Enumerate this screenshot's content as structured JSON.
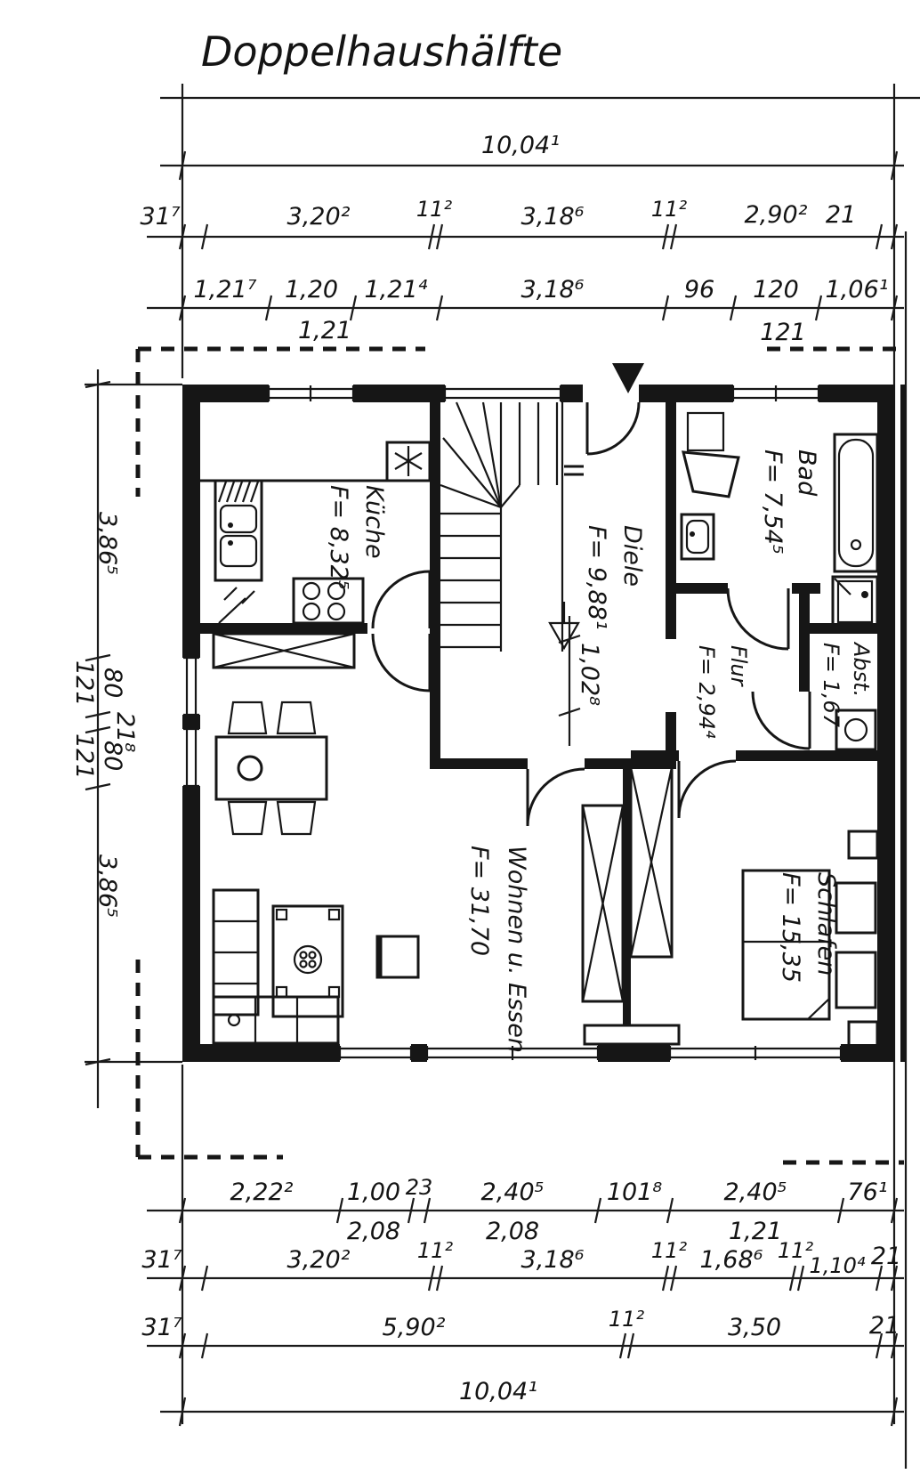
{
  "title": "Doppelhaushälfte",
  "rooms": {
    "kueche": {
      "name": "Küche",
      "area": "F= 8,32⁵"
    },
    "diele": {
      "name": "Diele",
      "area": "F= 9,88¹"
    },
    "bad": {
      "name": "Bad",
      "area": "F= 7,54⁵"
    },
    "flur": {
      "name": "Flur",
      "area": "F= 2,94⁴"
    },
    "abst": {
      "name": "Abst.",
      "area": "F= 1,67"
    },
    "wohnen": {
      "name": "Wohnen u. Essen",
      "area": "F= 31,70"
    },
    "schlafen": {
      "name": "Schlafen",
      "area": "F= 15,35"
    }
  },
  "dims": {
    "top_total": "10,04¹",
    "bottom_total": "10,04¹",
    "top_row1": [
      "31⁷",
      "3,20²",
      "11²",
      "3,18⁶",
      "11²",
      "2,90²",
      "21"
    ],
    "top_row2": [
      "1,21⁷",
      "1,20",
      "1,21⁴",
      "3,18⁶",
      "96",
      "120",
      "1,06¹"
    ],
    "top_row2_below": [
      "1,21",
      "121"
    ],
    "left": [
      "3,86⁵",
      "80",
      "121",
      "21⁸",
      "80",
      "121",
      "3,86⁵"
    ],
    "middle": "1,02⁸",
    "bottom_row1": [
      "2,22²",
      "1,00",
      "23",
      "2,40⁵",
      "101⁸",
      "2,40⁵",
      "76¹"
    ],
    "bottom_row1_below": [
      "2,08",
      "2,08",
      "1,21"
    ],
    "bottom_row2": [
      "31⁷",
      "3,20²",
      "11²",
      "3,18⁶",
      "11²",
      "1,68⁶",
      "11²",
      "1,10⁴",
      "21"
    ],
    "bottom_row3": [
      "31⁷",
      "5,90²",
      "11²",
      "3,50",
      "21"
    ]
  }
}
